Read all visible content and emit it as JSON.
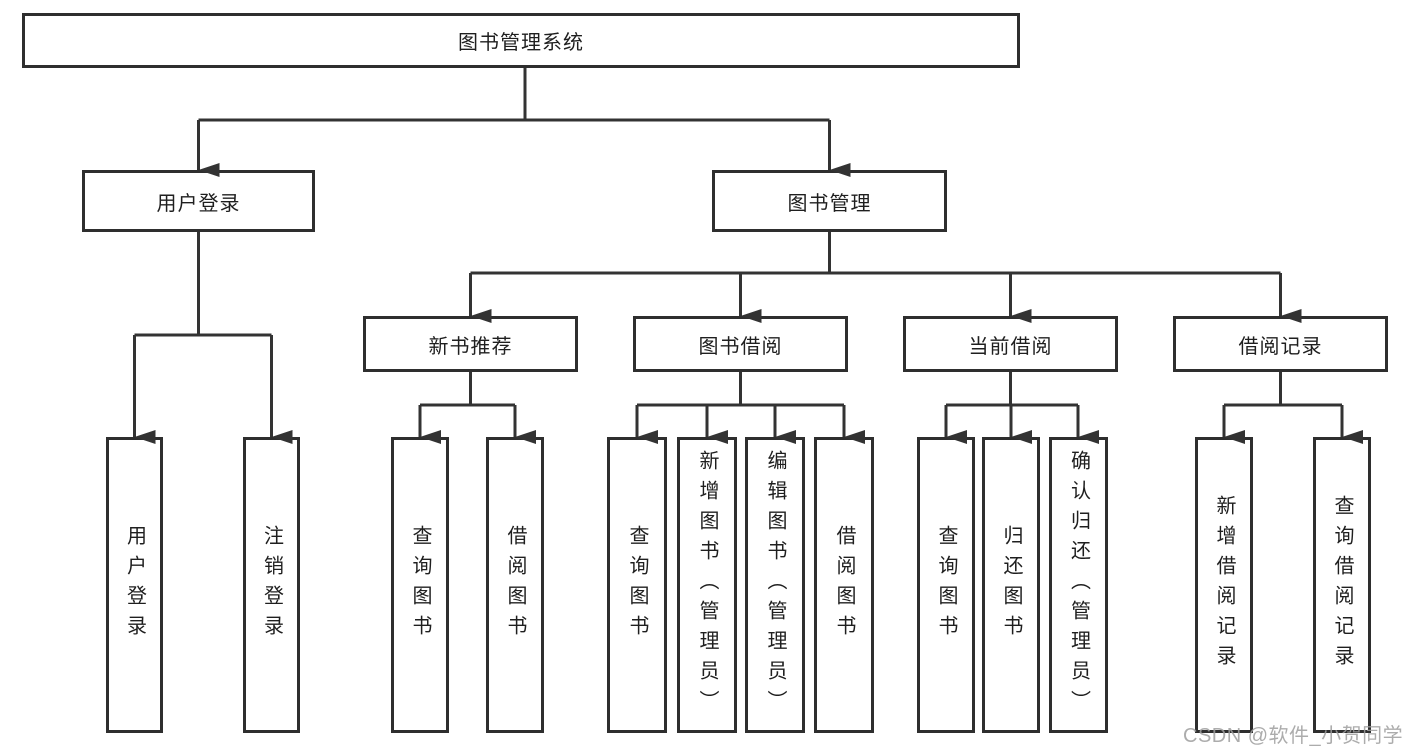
{
  "diagram": {
    "root": {
      "label": "图书管理系统"
    },
    "level2": {
      "user_login": {
        "label": "用户登录",
        "children": [
          "用户登录",
          "注销登录"
        ]
      },
      "book_mgmt": {
        "label": "图书管理"
      }
    },
    "level3": {
      "new_book_rec": {
        "label": "新书推荐",
        "children": [
          "查询图书",
          "借阅图书"
        ]
      },
      "book_borrow": {
        "label": "图书借阅",
        "children": [
          "查询图书",
          "新增图书（管理员）",
          "编辑图书（管理员）",
          "借阅图书"
        ]
      },
      "current_borrow": {
        "label": "当前借阅",
        "children": [
          "查询图书",
          "归还图书",
          "确认归还（管理员）"
        ]
      },
      "borrow_records": {
        "label": "借阅记录",
        "children": [
          "新增借阅记录",
          "查询借阅记录"
        ]
      }
    }
  },
  "watermark": {
    "text": "CSDN @软件_小贺同学"
  },
  "colors": {
    "line": "#333333",
    "border": "#2e2e2e",
    "text": "#1f1f1f",
    "watermark": "#9e9e9e",
    "background": "#ffffff"
  }
}
